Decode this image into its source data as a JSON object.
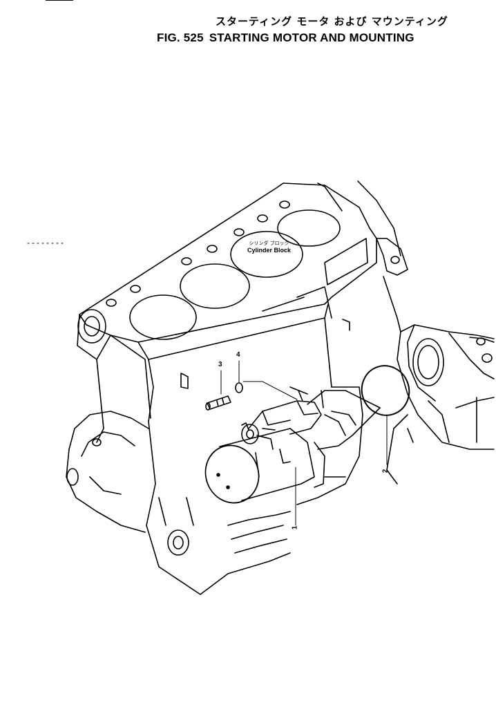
{
  "header": {
    "title_jp": "スターティング モータ および マウンティング",
    "fig_number": "FIG. 525",
    "title_en": "STARTING MOTOR AND MOUNTING"
  },
  "diagram": {
    "block_label_jp": "シリンダ ブロック",
    "block_label_en": "Cylinder Block",
    "callouts": {
      "part1": "1",
      "part2": "2",
      "part3": "3",
      "part4": "4"
    }
  }
}
